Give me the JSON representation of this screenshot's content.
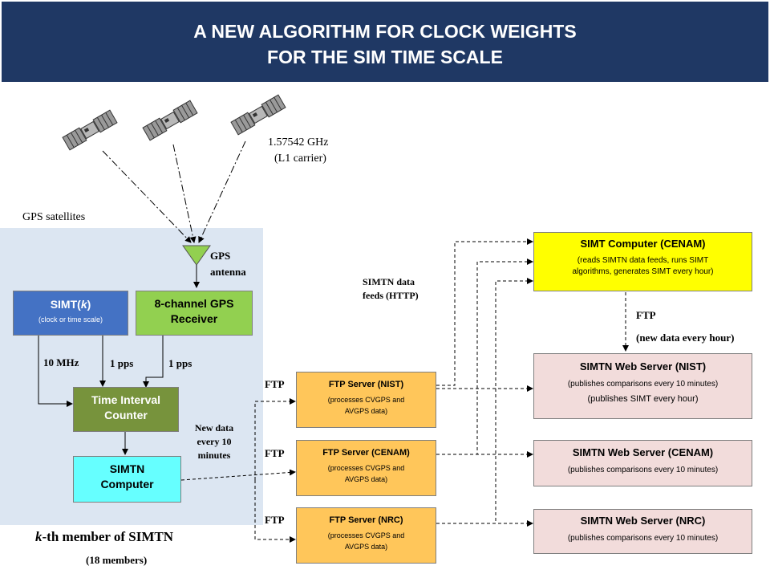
{
  "title": {
    "line1": "A NEW ALGORITHM FOR CLOCK WEIGHTS",
    "line2": "FOR THE SIM TIME SCALE"
  },
  "labels": {
    "frequency": "1.57542 GHz",
    "carrier": "(L1 carrier)",
    "gps_satellites": "GPS satellites",
    "gps_antenna_1": "GPS",
    "gps_antenna_2": "antenna",
    "ten_mhz": "10 MHz",
    "pps_left": "1 pps",
    "pps_right": "1 pps",
    "new_data_1": "New data",
    "new_data_2": "every 10",
    "new_data_3": "minutes",
    "feeds_1": "SIMTN data",
    "feeds_2": "feeds (HTTP)",
    "ftp_top": "FTP",
    "ftp_hour": "(new data every hour)",
    "ftp_1": "FTP",
    "ftp_2": "FTP",
    "ftp_3": "FTP",
    "member_prefix": "k",
    "member_suffix": "-th member of SIMTN",
    "members_count": "(18 members)"
  },
  "boxes": {
    "simt_k": {
      "title_prefix": "SIMT(",
      "title_k": "k",
      "title_suffix": ")",
      "sub": "(clock or time scale)",
      "color": "#4472c4"
    },
    "gps_receiver": {
      "line1": "8-channel GPS",
      "line2": "Receiver",
      "color": "#92d050"
    },
    "tic": {
      "line1": "Time Interval",
      "line2": "Counter",
      "color": "#77933c"
    },
    "simtn_computer": {
      "line1": "SIMTN",
      "line2": "Computer",
      "color": "#66ffff"
    },
    "ftp_nist": {
      "title": "FTP Server (NIST)",
      "sub1": "(processes CVGPS and",
      "sub2": "AVGPS data)",
      "color": "#ffc65a"
    },
    "ftp_cenam": {
      "title": "FTP Server (CENAM)",
      "sub1": "(processes CVGPS and",
      "sub2": "AVGPS data)",
      "color": "#ffc65a"
    },
    "ftp_nrc": {
      "title": "FTP Server (NRC)",
      "sub1": "(processes CVGPS and",
      "sub2": "AVGPS data)",
      "color": "#ffc65a"
    },
    "simt_computer": {
      "title": "SIMT Computer (CENAM)",
      "sub1": "(reads SIMTN data feeds, runs SIMT",
      "sub2": "algorithms, generates SIMT every hour)",
      "color": "#ffff00"
    },
    "web_nist": {
      "title": "SIMTN Web Server (NIST)",
      "sub1": "(publishes comparisons every 10 minutes)",
      "sub2": "(publishes SIMT every  hour)",
      "color": "#f2dcdb"
    },
    "web_cenam": {
      "title": "SIMTN Web Server (CENAM)",
      "sub1": "(publishes comparisons every 10 minutes)",
      "color": "#f2dcdb"
    },
    "web_nrc": {
      "title": "SIMTN Web Server (NRC)",
      "sub1": "(publishes comparisons every 10 minutes)",
      "color": "#f2dcdb"
    }
  },
  "colors": {
    "header_bg": "#1f3864",
    "panel_bg": "#dce6f2",
    "antenna": "#92d050"
  },
  "icons": [
    "satellite-icon",
    "gps-antenna-icon"
  ]
}
